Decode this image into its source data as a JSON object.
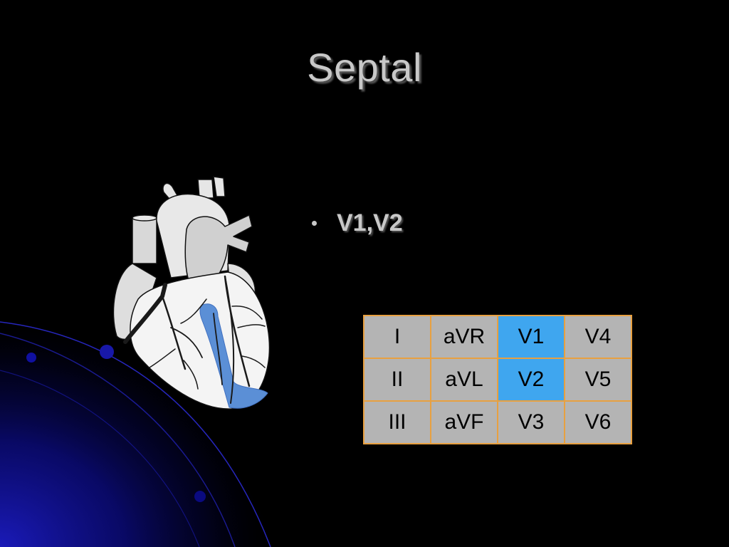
{
  "slide": {
    "title": "Septal",
    "bullets": [
      "V1,V2"
    ]
  },
  "lead_table": {
    "rows": [
      [
        "I",
        "aVR",
        "V1",
        "V4"
      ],
      [
        "II",
        "aVL",
        "V2",
        "V5"
      ],
      [
        "III",
        "aVF",
        "V3",
        "V6"
      ]
    ],
    "highlighted_cells": [
      "V1",
      "V2"
    ],
    "highlight_color": "#3fa6ef",
    "cell_color": "#b4b4b4",
    "border_color": "#e8a040"
  },
  "colors": {
    "background": "#000000",
    "title_text": "#c8c8c8",
    "septal_region": "#5b8fd6",
    "decoration_blue": "#1a1ab8"
  },
  "icons": {
    "illustration": "heart-illustration"
  }
}
